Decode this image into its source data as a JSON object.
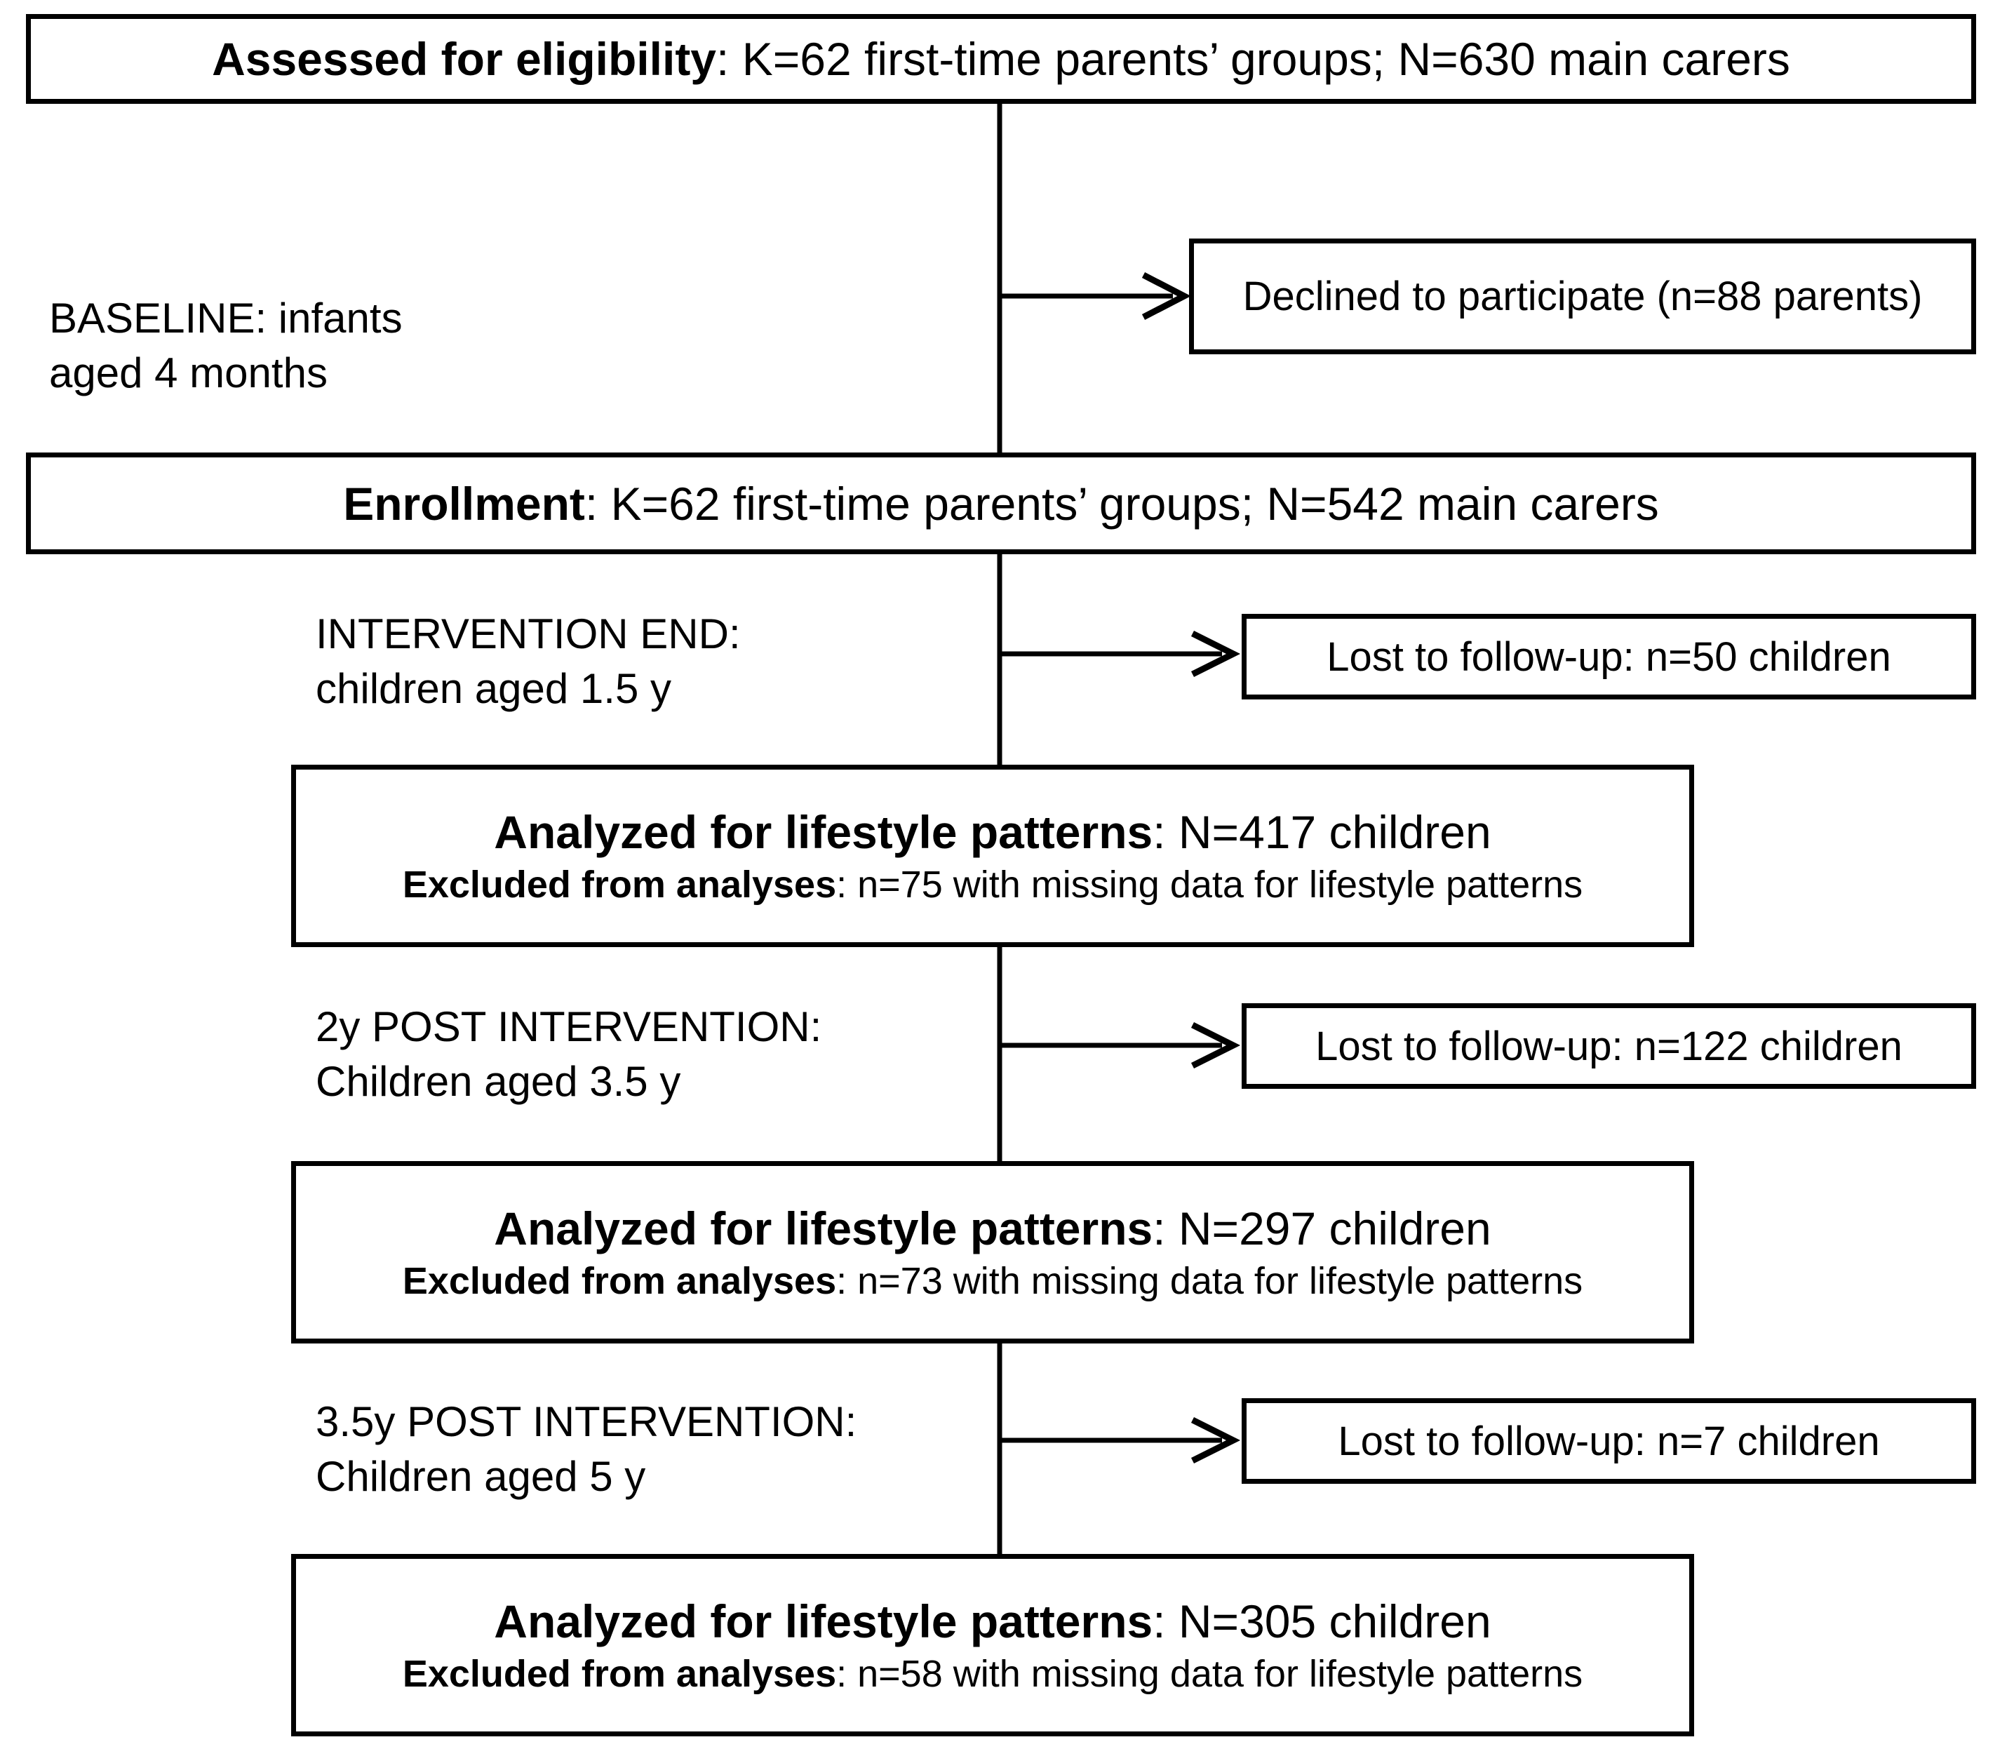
{
  "diagram": {
    "title_boxes": [
      {
        "id": "assessed-for-eligibility",
        "bold_lead": "Assessed for eligibility",
        "rest": ": K=62 first-time parents’ groups; N=630 main carers"
      },
      {
        "id": "enrollment",
        "bold_lead": "Enrollment",
        "rest": ": K=62 first-time parents’ groups; N=542 main carers"
      }
    ],
    "stage_labels": [
      {
        "id": "baseline",
        "text": "BASELINE:  infants\naged 4 months"
      },
      {
        "id": "intervention-end",
        "text": "INTERVENTION  END:\nchildren aged 1.5 y"
      },
      {
        "id": "post-2y",
        "text": "2y POST INTERVENTION:\nChildren aged 3.5 y"
      },
      {
        "id": "post-3-5y",
        "text": "3.5y POST INTERVENTION:\nChildren aged 5 y"
      }
    ],
    "exclusion_boxes": [
      {
        "id": "declined",
        "text": "Declined to participate (n=88 parents)"
      },
      {
        "id": "lost-1-5y",
        "text": "Lost to follow-up: n=50 children"
      },
      {
        "id": "lost-3-5y",
        "text": "Lost to follow-up: n=122 children"
      },
      {
        "id": "lost-5y",
        "text": "Lost to follow-up: n=7 children"
      }
    ],
    "analysis_boxes": [
      {
        "id": "analyzed-1-5y",
        "analyzed_lead": "Analyzed for lifestyle patterns",
        "analyzed_rest": ": N=417 children",
        "excluded_lead": "Excluded from analyses",
        "excluded_rest": ": n=75 with missing data for lifestyle patterns"
      },
      {
        "id": "analyzed-3-5y",
        "analyzed_lead": "Analyzed for lifestyle patterns",
        "analyzed_rest": ": N=297 children",
        "excluded_lead": "Excluded from analyses",
        "excluded_rest": ": n=73 with missing data for lifestyle patterns"
      },
      {
        "id": "analyzed-5y",
        "analyzed_lead": "Analyzed for lifestyle patterns",
        "analyzed_rest": ": N=305 children",
        "excluded_lead": "Excluded from analyses",
        "excluded_rest": ": n=58 with missing data for lifestyle patterns"
      }
    ],
    "colors": {
      "stroke": "#000000",
      "background": "#ffffff",
      "text": "#000000"
    }
  }
}
